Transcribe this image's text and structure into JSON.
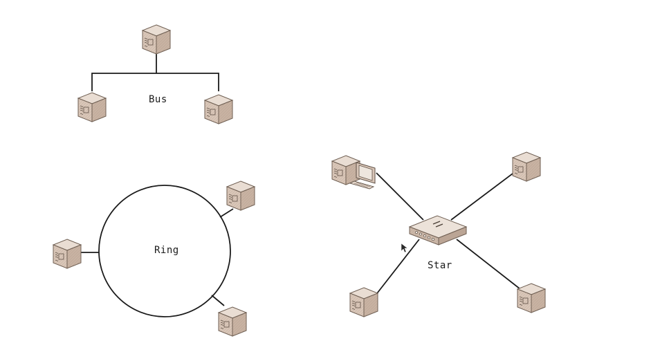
{
  "labels": {
    "bus": "Bus",
    "ring": "Ring",
    "star": "Star"
  },
  "colors": {
    "line": "#1a1a1a",
    "node_top": "#e9ddd3",
    "node_left": "#d9c6b8",
    "node_right": "#c8b2a2",
    "node_edge": "#6e5e52",
    "switch_top": "#ece2d9",
    "switch_side": "#cbb7a8"
  },
  "icons": {
    "node": "server-cube-icon",
    "workstation": "desktop-computer-icon",
    "hub": "network-switch-icon",
    "pointer": "mouse-cursor-icon"
  }
}
